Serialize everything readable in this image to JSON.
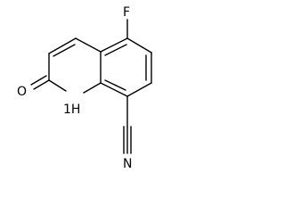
{
  "structure": {
    "atoms": {
      "fluorine": "F",
      "oxygen": "O",
      "nh": "1H",
      "nitrogen_nitrile": "N"
    }
  }
}
